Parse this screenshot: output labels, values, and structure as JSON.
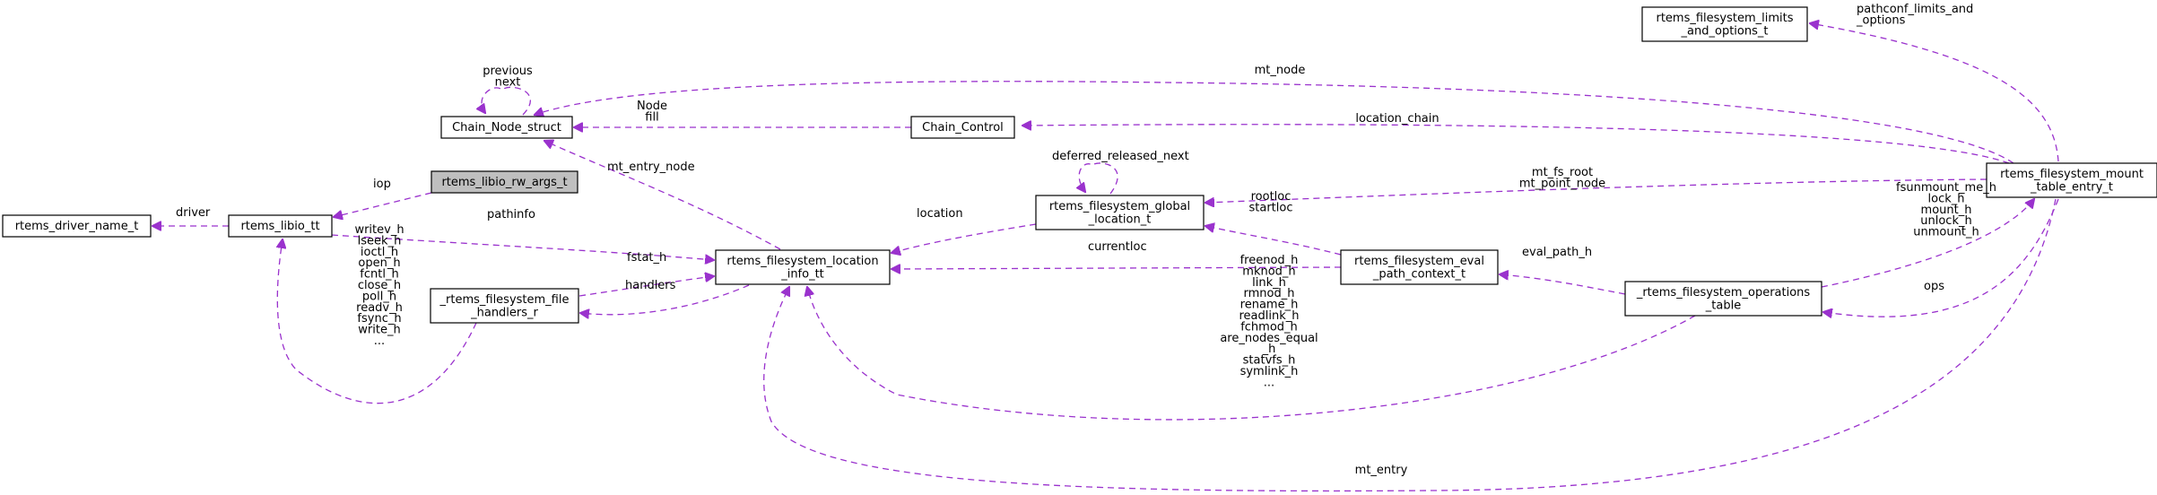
{
  "colors": {
    "edge": "#9a32cd",
    "highlight": "#bfbfbf",
    "node_border": "#000000"
  },
  "nodes": [
    {
      "id": "rw_args",
      "lines": [
        "rtems_libio_rw_args_t"
      ],
      "highlight": true
    },
    {
      "id": "chain_node",
      "lines": [
        "Chain_Node_struct"
      ]
    },
    {
      "id": "chain_control",
      "lines": [
        "Chain_Control"
      ]
    },
    {
      "id": "driver_name",
      "lines": [
        "rtems_driver_name_t"
      ]
    },
    {
      "id": "libio",
      "lines": [
        "rtems_libio_tt"
      ]
    },
    {
      "id": "file_handlers",
      "lines": [
        "_rtems_filesystem_file",
        "_handlers_r"
      ]
    },
    {
      "id": "location_info",
      "lines": [
        "rtems_filesystem_location",
        "_info_tt"
      ]
    },
    {
      "id": "global_location",
      "lines": [
        "rtems_filesystem_global",
        "_location_t"
      ]
    },
    {
      "id": "eval_path",
      "lines": [
        "rtems_filesystem_eval",
        "_path_context_t"
      ]
    },
    {
      "id": "operations",
      "lines": [
        "_rtems_filesystem_operations",
        "_table"
      ]
    },
    {
      "id": "limits",
      "lines": [
        "rtems_filesystem_limits",
        "_and_options_t"
      ]
    },
    {
      "id": "mount_table",
      "lines": [
        "rtems_filesystem_mount",
        "_table_entry_t"
      ]
    }
  ],
  "edges": [
    {
      "id": "previous-next",
      "lines": [
        "previous",
        "next"
      ]
    },
    {
      "id": "node-fill",
      "lines": [
        "Node",
        "fill"
      ]
    },
    {
      "id": "mt-node",
      "lines": [
        "mt_node"
      ]
    },
    {
      "id": "location-chain",
      "lines": [
        "location_chain"
      ]
    },
    {
      "id": "pathconf",
      "lines": [
        "pathconf_limits_and",
        "_options"
      ]
    },
    {
      "id": "iop",
      "lines": [
        "iop"
      ]
    },
    {
      "id": "driver",
      "lines": [
        "driver"
      ]
    },
    {
      "id": "pathinfo",
      "lines": [
        "pathinfo"
      ]
    },
    {
      "id": "mt-entry-node",
      "lines": [
        "mt_entry_node"
      ]
    },
    {
      "id": "deferred",
      "lines": [
        "deferred_released_next"
      ]
    },
    {
      "id": "mt-fs-root",
      "lines": [
        "mt_fs_root",
        "mt_point_node"
      ]
    },
    {
      "id": "location",
      "lines": [
        "location"
      ]
    },
    {
      "id": "rootloc",
      "lines": [
        "rootloc",
        "startloc"
      ]
    },
    {
      "id": "currentloc",
      "lines": [
        "currentloc"
      ]
    },
    {
      "id": "eval-path-h",
      "lines": [
        "eval_path_h"
      ]
    },
    {
      "id": "fsunmount",
      "lines": [
        "fsunmount_me_h",
        "lock_h",
        "mount_h",
        "unlock_h",
        "unmount_h"
      ]
    },
    {
      "id": "ops",
      "lines": [
        "ops"
      ]
    },
    {
      "id": "fstat",
      "lines": [
        "fstat_h"
      ]
    },
    {
      "id": "handlers",
      "lines": [
        "handlers"
      ]
    },
    {
      "id": "handler-fns",
      "lines": [
        "writev_h",
        "lseek_h",
        "ioctl_h",
        "open_h",
        "fcntl_h",
        "close_h",
        "poll_h",
        "readv_h",
        "fsync_h",
        "write_h",
        "..."
      ]
    },
    {
      "id": "op-fns",
      "lines": [
        "freenod_h",
        "mknod_h",
        "link_h",
        "rmnod_h",
        "rename_h",
        "readlink_h",
        "fchmod_h",
        "are_nodes_equal",
        "_h",
        "statvfs_h",
        "symlink_h",
        "..."
      ]
    },
    {
      "id": "mt-entry",
      "lines": [
        "mt_entry"
      ]
    }
  ]
}
